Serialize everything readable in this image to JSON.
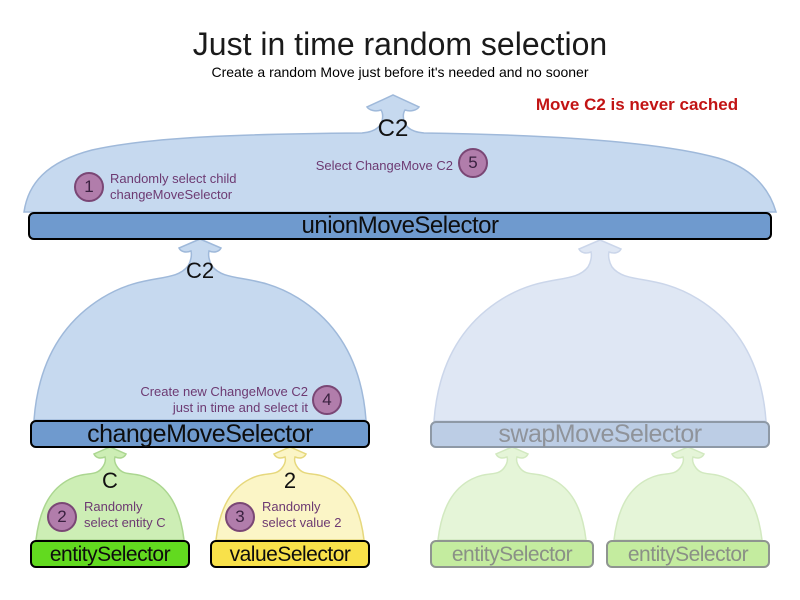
{
  "header": {
    "title": "Just in time random selection",
    "subtitle": "Create a random Move just before it's needed and no sooner"
  },
  "note": "Move C2 is never cached",
  "funnels": {
    "union": {
      "label": "unionMoveSelector",
      "output_label": "C2"
    },
    "change": {
      "label": "changeMoveSelector",
      "output_label": "C2"
    },
    "swap": {
      "label": "swapMoveSelector"
    },
    "entity": {
      "label": "entitySelector",
      "output_label": "C"
    },
    "value": {
      "label": "valueSelector",
      "output_label": "2"
    },
    "entity_faded_left": {
      "label": "entitySelector"
    },
    "entity_faded_right": {
      "label": "entitySelector"
    }
  },
  "steps": {
    "s1": {
      "number": "1",
      "line1": "Randomly select child",
      "line2": "changeMoveSelector"
    },
    "s2": {
      "number": "2",
      "line1": "Randomly",
      "line2": "select entity C"
    },
    "s3": {
      "number": "3",
      "line1": "Randomly",
      "line2": "select value 2"
    },
    "s4": {
      "number": "4",
      "line1": "Create new ChangeMove C2",
      "line2": "just in time and select it"
    },
    "s5": {
      "number": "5",
      "line1": "Select ChangeMove C2"
    }
  },
  "colors": {
    "bar_blue": "#6f9ace",
    "bar_swap": "#bccde5",
    "swap_border": "#8e99a6",
    "swap_text": "#8f939a",
    "bar_green": "#62da1f",
    "bar_yellow": "#f8e14a",
    "bar_faded_green": "#c4ec9f",
    "faded_border": "#8f9590",
    "faded_text": "#8a9086",
    "mound_blue": "#c6d9ef",
    "mound_blue_stroke": "#9fb9da",
    "mound_blue_faded": "#dfe7f4",
    "mound_blue_faded_stroke": "#cbd6ea",
    "mound_green": "#cdeeb5",
    "mound_green_stroke": "#abd690",
    "mound_yellow": "#fbf5c6",
    "mound_yellow_stroke": "#e6d87d",
    "mound_green_faded": "#e5f5d8",
    "mound_green_faded_stroke": "#d2e9c0",
    "purple_text": "#6d3a72",
    "badge_fill": "#b17dab",
    "badge_stroke": "#7a4775",
    "badge_text": "#3a2140",
    "red_text": "#c21414"
  }
}
